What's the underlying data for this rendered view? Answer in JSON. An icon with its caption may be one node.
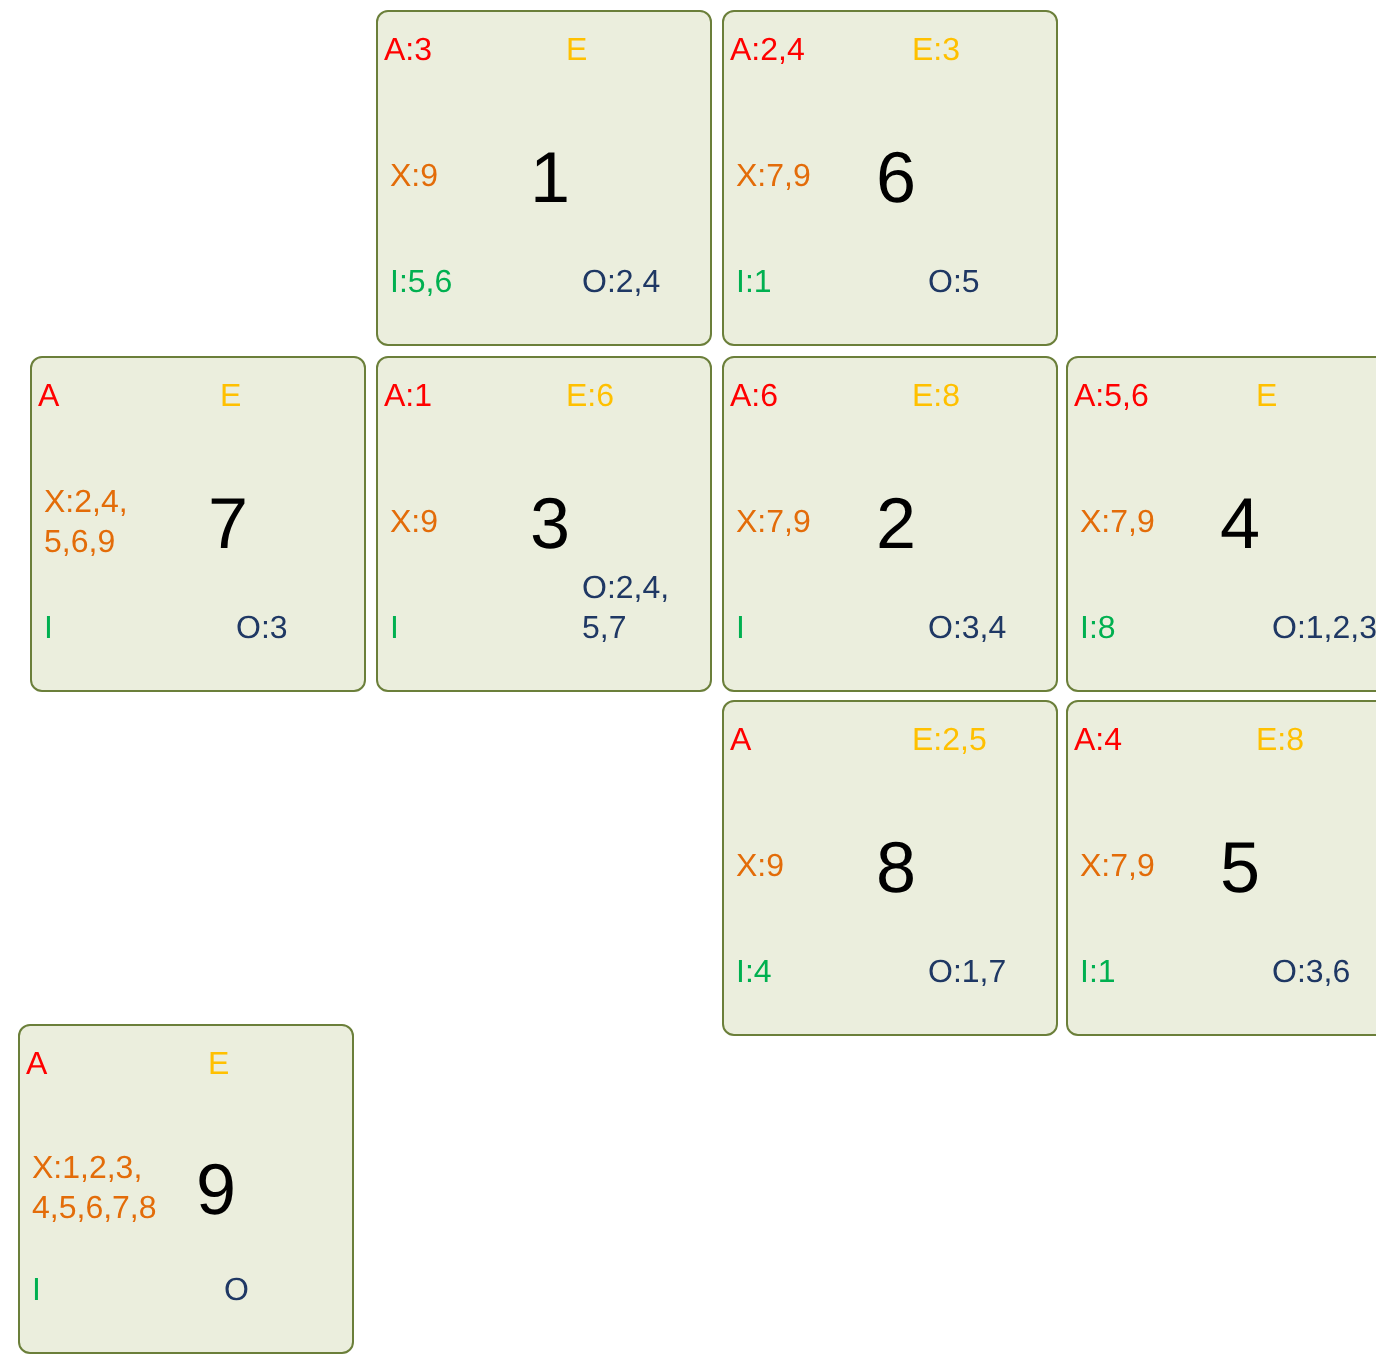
{
  "diagram": {
    "nodes": [
      {
        "text": [
          "A:3",
          "E",
          "X:9",
          "1",
          "I:5,6",
          "O:2,4"
        ]
      },
      {
        "text": [
          "A:2,4",
          "E:3",
          "X:7,9",
          "6",
          "I:1",
          "O:5"
        ]
      },
      {
        "text": [
          "A",
          "E",
          "X:2,4, 5,6,9",
          "7",
          "I",
          "O:3"
        ]
      },
      {
        "text": [
          "A:1",
          "E:6",
          "X:9",
          "3",
          "I",
          "O:2,4, 5,7"
        ]
      },
      {
        "text": [
          "A:6",
          "E:8",
          "X:7,9",
          "2",
          "I",
          "O:3,4"
        ]
      },
      {
        "text": [
          "A:5,6",
          "E",
          "X:7,9",
          "4",
          "I:8",
          "O:1,2,3"
        ]
      },
      {
        "text": [
          "A",
          "E:2,5",
          "X:9",
          "8",
          "I:4",
          "O:1,7"
        ]
      },
      {
        "text": [
          "A:4",
          "E:8",
          "X:7,9",
          "5",
          "I:1",
          "O:3,6"
        ]
      },
      {
        "text": [
          "A",
          "E",
          "X:1,2,3, 4,5,6,7,8",
          "9",
          "I",
          "O"
        ]
      }
    ],
    "edges": []
  }
}
